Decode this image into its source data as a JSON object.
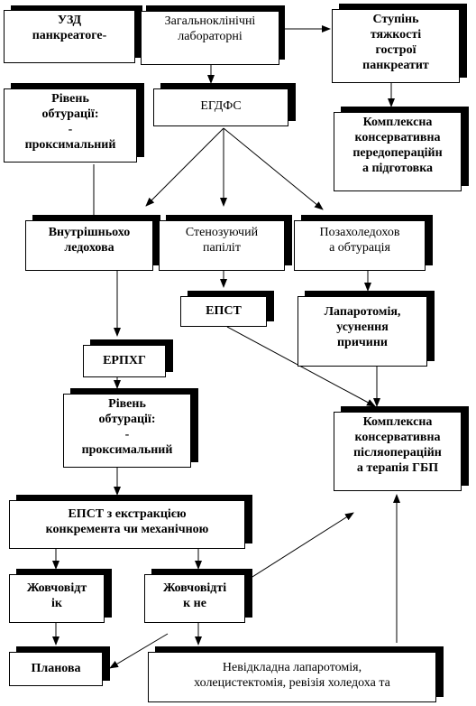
{
  "nodes": {
    "uzd": {
      "lines": [
        "УЗД",
        "панкреатоге-"
      ]
    },
    "labs": {
      "lines": [
        "Загальноклінічні",
        "лабораторні"
      ]
    },
    "severity": {
      "lines": [
        "Ступінь",
        "тяжкості",
        "гострої",
        "панкреатит"
      ]
    },
    "level1": {
      "lines": [
        "Рівень",
        "обтурації:",
        "-",
        "проксимальний"
      ]
    },
    "egdfs": {
      "lines": [
        "ЕГДФС"
      ]
    },
    "preop": {
      "lines": [
        "Комплексна",
        "консервативна",
        "передопераційн",
        "а підготовка"
      ]
    },
    "intraductal": {
      "lines": [
        "Внутрішньохо",
        "ледохова"
      ]
    },
    "stenosis": {
      "lines": [
        "Стенозуючий",
        "папіліт"
      ]
    },
    "extraductal": {
      "lines": [
        "Позахоледохов",
        "а обтурація"
      ]
    },
    "epst1": {
      "lines": [
        "ЕПСТ"
      ]
    },
    "laparotomy": {
      "lines": [
        "Лапаротомія,",
        "усунення",
        "причини"
      ]
    },
    "erpcg": {
      "lines": [
        "ЕРПХГ"
      ]
    },
    "postop": {
      "lines": [
        "Комплексна",
        "консервативна",
        "післяопераційн",
        "а терапія ГБП"
      ]
    },
    "level2": {
      "lines": [
        "Рівень",
        "обтурації:",
        "-",
        "проксимальний"
      ]
    },
    "epst2": {
      "lines": [
        "ЕПСТ з екстракцією",
        "конкремента чи механічною"
      ]
    },
    "outflow_yes": {
      "lines": [
        "Жовчовідт",
        "ік"
      ]
    },
    "outflow_no": {
      "lines": [
        "Жовчовідті",
        "к не"
      ]
    },
    "planned": {
      "lines": [
        "Планова"
      ]
    },
    "urgent": {
      "lines": [
        "Невідкладна лапаротомія,",
        "холецистектомія, ревізія холедоха та"
      ]
    }
  }
}
